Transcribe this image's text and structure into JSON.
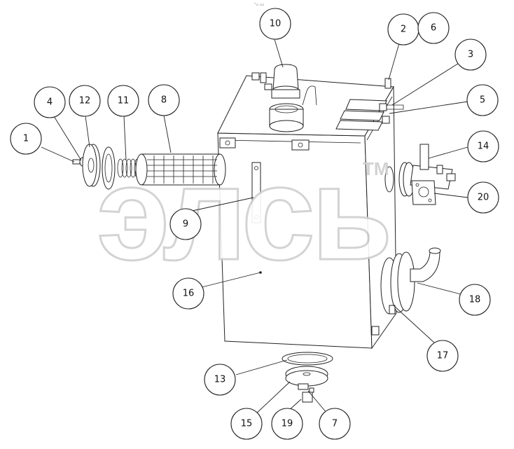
{
  "diagram": {
    "top_mark": "°▫ ▫▫",
    "watermark": {
      "text": "элсь",
      "tm": "TM"
    },
    "callouts": [
      {
        "id": "c1",
        "label": "1"
      },
      {
        "id": "c2",
        "label": "2"
      },
      {
        "id": "c3",
        "label": "3"
      },
      {
        "id": "c4",
        "label": "4"
      },
      {
        "id": "c5",
        "label": "5"
      },
      {
        "id": "c6",
        "label": "6"
      },
      {
        "id": "c7",
        "label": "7"
      },
      {
        "id": "c8",
        "label": "8"
      },
      {
        "id": "c9",
        "label": "9"
      },
      {
        "id": "c10",
        "label": "10"
      },
      {
        "id": "c11",
        "label": "11"
      },
      {
        "id": "c12",
        "label": "12"
      },
      {
        "id": "c13",
        "label": "13"
      },
      {
        "id": "c14",
        "label": "14"
      },
      {
        "id": "c15",
        "label": "15"
      },
      {
        "id": "c16",
        "label": "16"
      },
      {
        "id": "c17",
        "label": "17"
      },
      {
        "id": "c18",
        "label": "18"
      },
      {
        "id": "c19",
        "label": "19"
      },
      {
        "id": "c20",
        "label": "20"
      }
    ]
  }
}
